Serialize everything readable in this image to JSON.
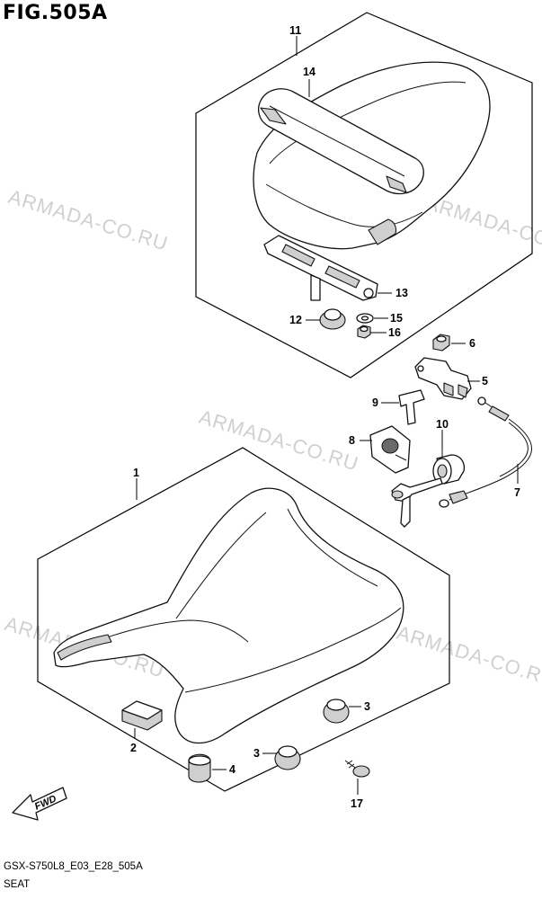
{
  "figure": {
    "title": "FIG.505A",
    "model_code": "GSX-S750L8_E03_E28_505A",
    "section_name": "SEAT"
  },
  "watermark": {
    "text": "ARMADA-CO.RU"
  },
  "direction_arrow": {
    "label": "FWD"
  },
  "callouts": [
    {
      "id": "11",
      "part": "rear-seat-assembly"
    },
    {
      "id": "14",
      "part": "seat-handle"
    },
    {
      "id": "13",
      "part": "seat-bracket"
    },
    {
      "id": "12",
      "part": "cushion-grommet"
    },
    {
      "id": "15",
      "part": "washer"
    },
    {
      "id": "16",
      "part": "nut"
    },
    {
      "id": "6",
      "part": "nut"
    },
    {
      "id": "5",
      "part": "seat-lock"
    },
    {
      "id": "9",
      "part": "clip"
    },
    {
      "id": "10",
      "part": "lock-cylinder"
    },
    {
      "id": "8",
      "part": "lock-holder"
    },
    {
      "id": "7",
      "part": "seat-lock-cable"
    },
    {
      "id": "1",
      "part": "front-seat-assembly"
    },
    {
      "id": "3",
      "part": "cushion"
    },
    {
      "id": "3",
      "part": "cushion"
    },
    {
      "id": "2",
      "part": "pad"
    },
    {
      "id": "4",
      "part": "cushion"
    },
    {
      "id": "17",
      "part": "screw"
    }
  ]
}
